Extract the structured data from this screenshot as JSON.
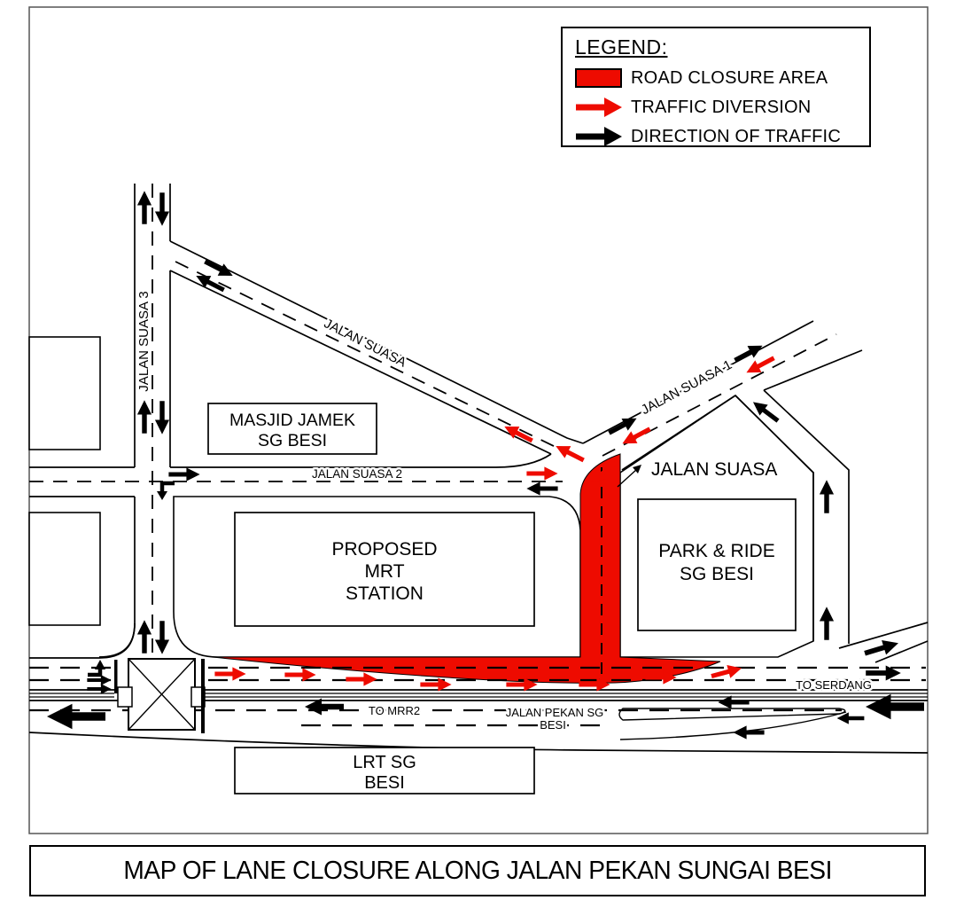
{
  "title": "MAP OF LANE CLOSURE ALONG JALAN PEKAN SUNGAI BESI",
  "colors": {
    "closure_red": "#ee0b00",
    "ink": "#000000"
  },
  "legend": {
    "heading": "LEGEND:",
    "items": [
      {
        "symbol": "closure-swatch",
        "label": "ROAD CLOSURE AREA"
      },
      {
        "symbol": "red-arrow",
        "label": "TRAFFIC DIVERSION"
      },
      {
        "symbol": "black-arrow",
        "label": "DIRECTION OF TRAFFIC"
      }
    ]
  },
  "roads": {
    "jalan_suasa_3": "JALAN SUASA 3",
    "jalan_suasa": "JALAN SUASA",
    "jalan_suasa_1": "JALAN SUASA 1",
    "jalan_suasa_2": "JALAN SUASA 2",
    "jalan_suasa_callout": "JALAN SUASA",
    "to_serdang": "TO SERDANG",
    "to_mrr2": "TO MRR2",
    "jalan_pekan_line1": "JALAN PEKAN SG",
    "jalan_pekan_line2": "BESI"
  },
  "places": {
    "masjid_line1": "MASJID JAMEK",
    "masjid_line2": "SG BESI",
    "mrt_line1": "PROPOSED",
    "mrt_line2": "MRT",
    "mrt_line3": "STATION",
    "park_ride_line1": "PARK & RIDE",
    "park_ride_line2": "SG BESI",
    "lrt_line1": "LRT SG",
    "lrt_line2": "BESI"
  }
}
